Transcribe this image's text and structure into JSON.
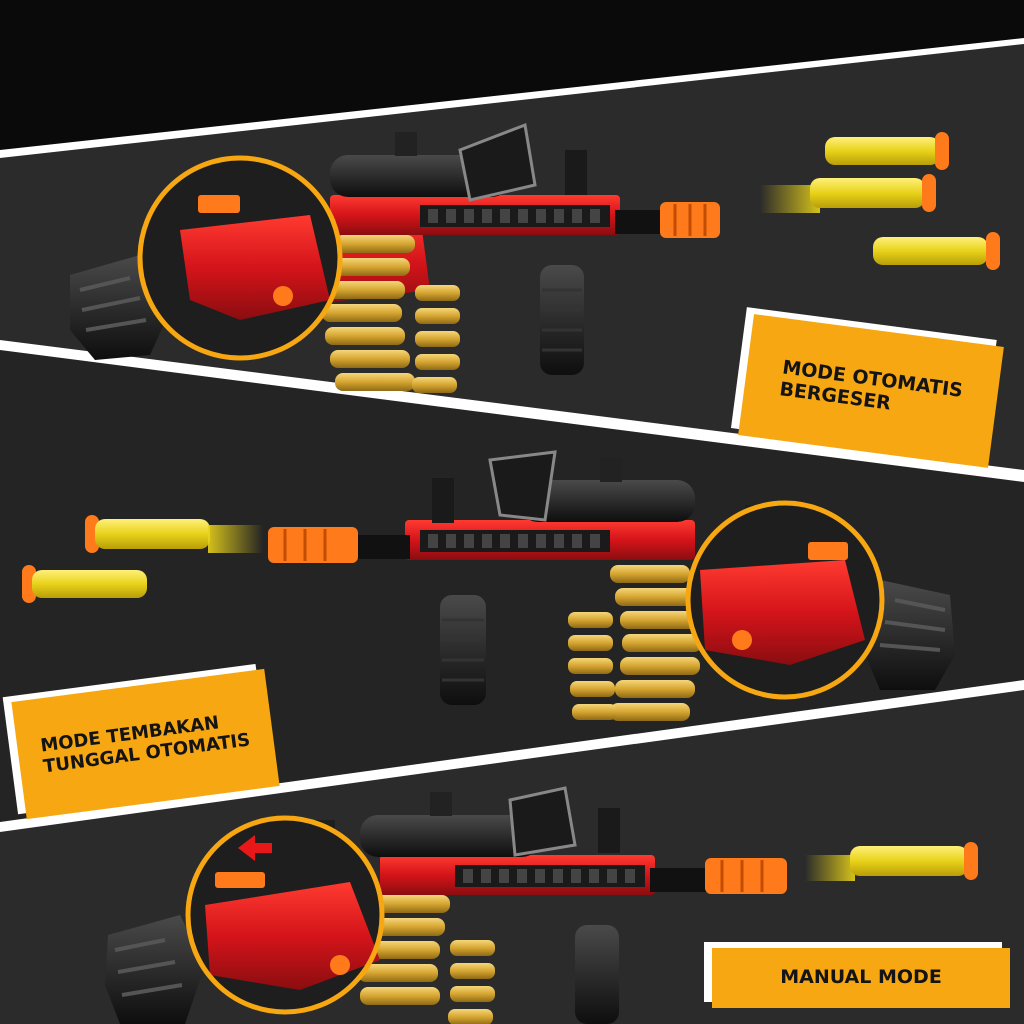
{
  "colors": {
    "background_dark": "#0d0d0d",
    "panel": "#2a2a2a",
    "stripe": "#ffffff",
    "label_bg": "#f7a712",
    "blaster_red": "#d4141a",
    "dart_yellow": "#e8d21a",
    "dart_tip": "#ff7a1a",
    "ammo_gold": "#d6a531",
    "circle_outline": "#f7a712"
  },
  "panels": [
    {
      "mode_label": "MODE OTOMATIS\nBERGESER",
      "blaster_direction": "right",
      "switch_arrow": false
    },
    {
      "mode_label": "MODE TEMBAKAN\nTUNGGAL OTOMATIS",
      "blaster_direction": "left",
      "switch_arrow": false
    },
    {
      "mode_label": "MANUAL MODE",
      "blaster_direction": "right",
      "switch_arrow": true,
      "arrow_icon": "arrow-left-icon"
    }
  ]
}
